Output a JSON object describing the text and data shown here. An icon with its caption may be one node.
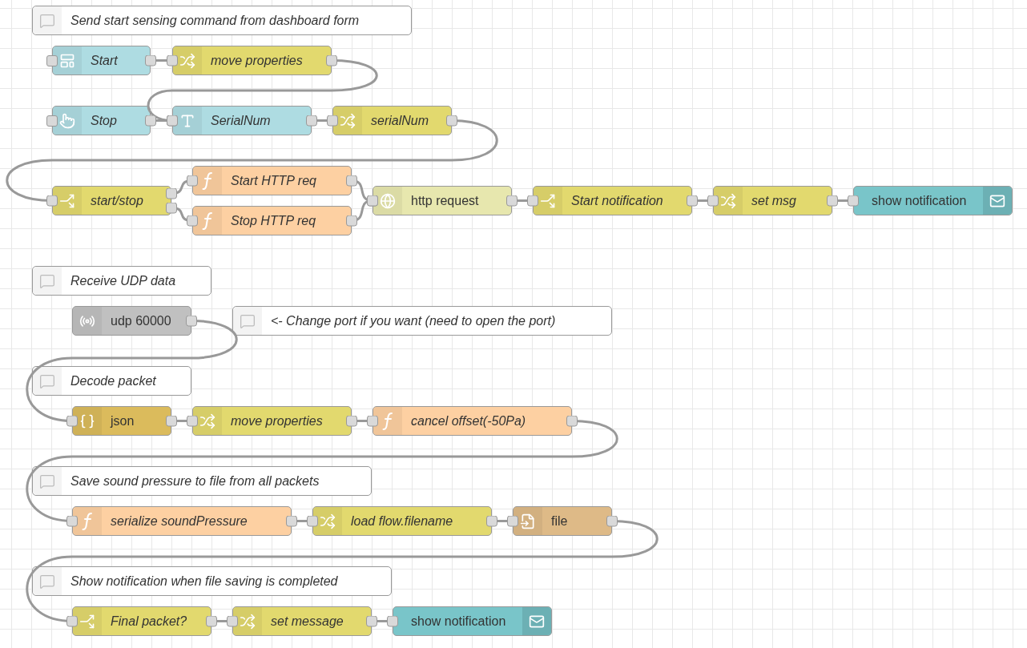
{
  "diagram": {
    "nodes": [
      {
        "text": [
          "Send start sensing command from dashboard form"
        ]
      },
      {
        "text": [
          "Start"
        ]
      },
      {
        "text": [
          "move properties"
        ]
      },
      {
        "text": [
          "Stop"
        ]
      },
      {
        "text": [
          "SerialNum"
        ]
      },
      {
        "text": [
          "serialNum"
        ]
      },
      {
        "text": [
          "start/stop"
        ]
      },
      {
        "text": [
          "Start HTTP req"
        ]
      },
      {
        "text": [
          "Stop HTTP req"
        ]
      },
      {
        "text": [
          "http request"
        ]
      },
      {
        "text": [
          "Start notification"
        ]
      },
      {
        "text": [
          "set msg"
        ]
      },
      {
        "text": [
          "show notification"
        ]
      },
      {
        "text": [
          "Receive UDP data"
        ]
      },
      {
        "text": [
          "udp 60000"
        ]
      },
      {
        "text": [
          "<- Change port if you want (need to open the port)"
        ]
      },
      {
        "text": [
          "Decode packet"
        ]
      },
      {
        "text": [
          "json"
        ]
      },
      {
        "text": [
          "move properties"
        ]
      },
      {
        "text": [
          "cancel offset(-50Pa)"
        ]
      },
      {
        "text": [
          "Save sound pressure to file from all packets"
        ]
      },
      {
        "text": [
          "serialize soundPressure"
        ]
      },
      {
        "text": [
          "load flow.filename"
        ]
      },
      {
        "text": [
          "file"
        ]
      },
      {
        "text": [
          "Show notification when file saving is completed"
        ]
      },
      {
        "text": [
          "Final packet?"
        ]
      },
      {
        "text": [
          "set message"
        ]
      },
      {
        "text": [
          "show notification"
        ]
      }
    ],
    "edges": [
      {
        "from": 1,
        "to": 2,
        "arrow": "other"
      },
      {
        "from": 2,
        "to": 4,
        "arrow": "other"
      },
      {
        "from": 3,
        "to": 4,
        "arrow": "other"
      },
      {
        "from": 4,
        "to": 5,
        "arrow": "other"
      },
      {
        "from": 5,
        "to": 6,
        "arrow": "other"
      },
      {
        "from": 6,
        "to": 7,
        "arrow": "other"
      },
      {
        "from": 6,
        "to": 8,
        "arrow": "other"
      },
      {
        "from": 7,
        "to": 9,
        "arrow": "other"
      },
      {
        "from": 8,
        "to": 9,
        "arrow": "other"
      },
      {
        "from": 9,
        "to": 10,
        "arrow": "other"
      },
      {
        "from": 10,
        "to": 11,
        "arrow": "other"
      },
      {
        "from": 11,
        "to": 12,
        "arrow": "other"
      },
      {
        "from": 14,
        "to": 17,
        "arrow": "other"
      },
      {
        "from": 17,
        "to": 18,
        "arrow": "other"
      },
      {
        "from": 18,
        "to": 19,
        "arrow": "other"
      },
      {
        "from": 19,
        "to": 21,
        "arrow": "other"
      },
      {
        "from": 21,
        "to": 22,
        "arrow": "other"
      },
      {
        "from": 22,
        "to": 23,
        "arrow": "other"
      },
      {
        "from": 23,
        "to": 25,
        "arrow": "other"
      },
      {
        "from": 25,
        "to": 26,
        "arrow": "other"
      },
      {
        "from": 26,
        "to": 27,
        "arrow": "other"
      }
    ]
  }
}
